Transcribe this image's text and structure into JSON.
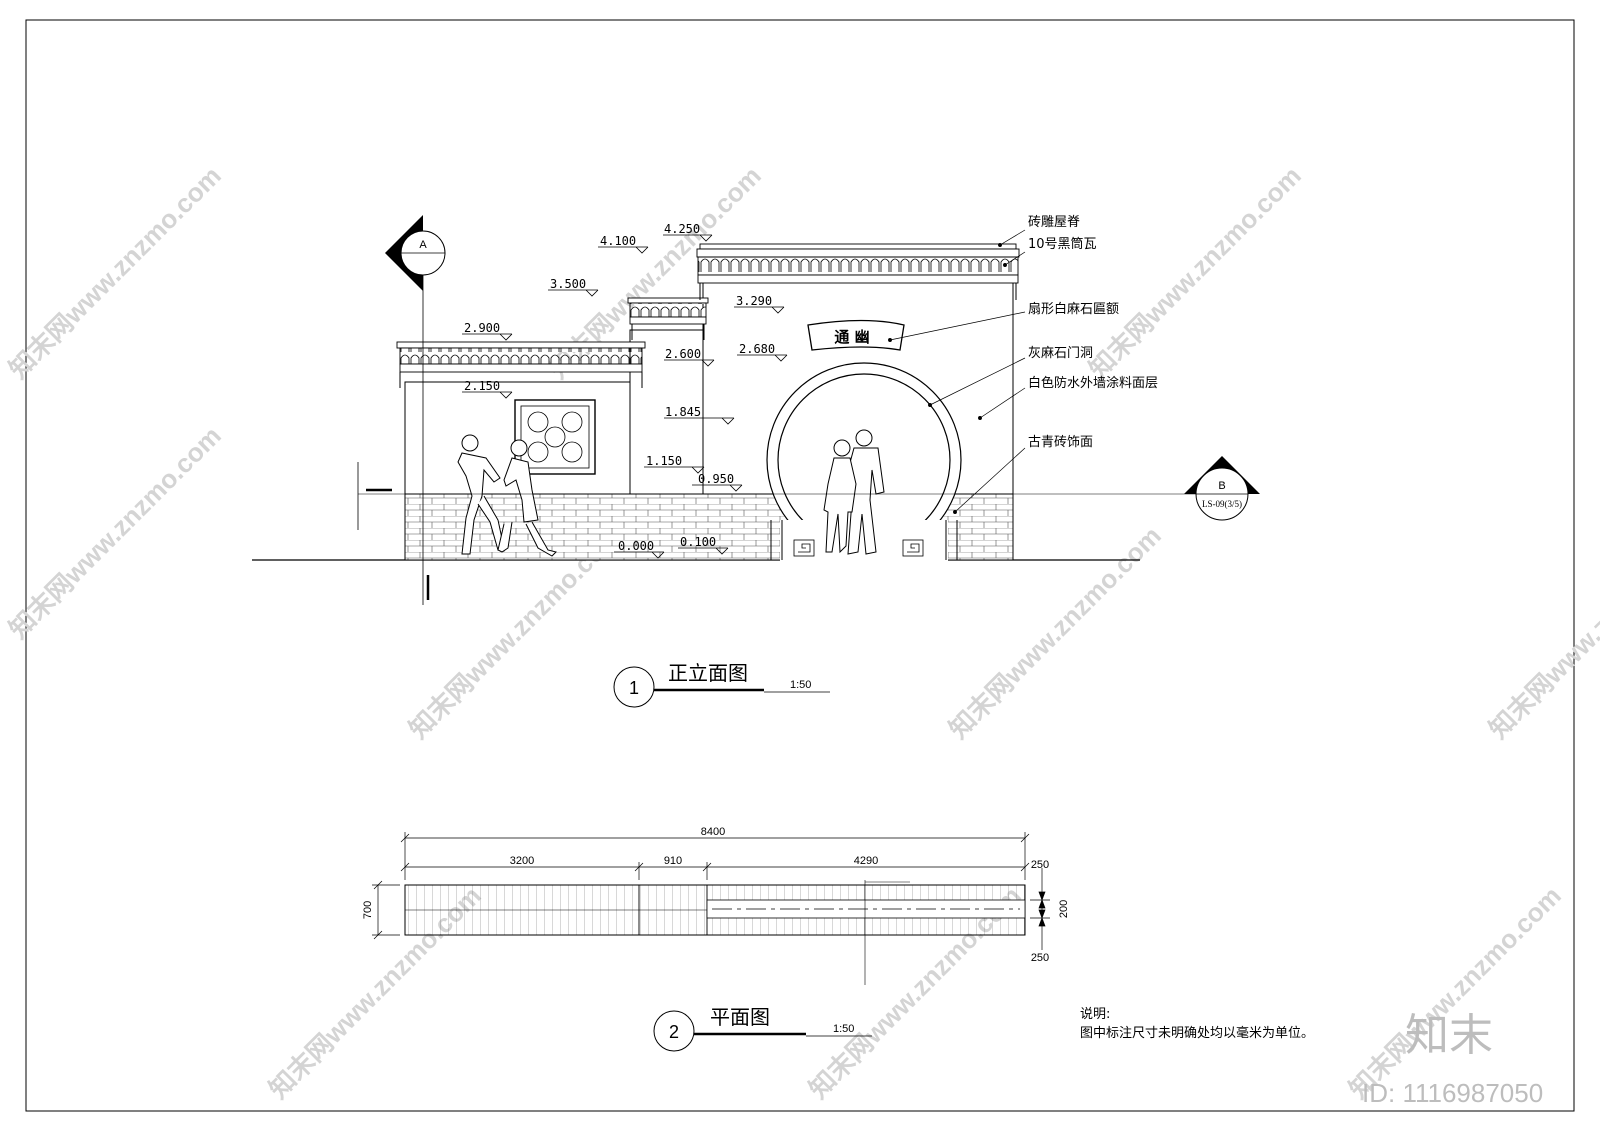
{
  "front_elevation": {
    "number": "1",
    "title": "正立面图",
    "scale": "1:50",
    "section_a": "A",
    "section_b": "B",
    "section_ref": "LS-09(3/5)",
    "plaque_text": "通 幽",
    "levels": {
      "l4250": "4.250",
      "l4100": "4.100",
      "l3500": "3.500",
      "l3290": "3.290",
      "l2900": "2.900",
      "l2680": "2.680",
      "l2600": "2.600",
      "l2150": "2.150",
      "l1845": "1.845",
      "l1150": "1.150",
      "l0950": "0.950",
      "l0100": "0.100",
      "l0000": "0.000"
    },
    "labels": {
      "ridge": "砖雕屋脊",
      "tile": "10号黑筒瓦",
      "plaque": "扇形白麻石匾额",
      "door": "灰麻石门洞",
      "paint": "白色防水外墙涂料面层",
      "brick": "古青砖饰面"
    }
  },
  "plan": {
    "number": "2",
    "title": "平面图",
    "scale": "1:50",
    "dims": {
      "total": "8400",
      "d1": "3200",
      "d2": "910",
      "d3": "4290",
      "depth": "700",
      "r1": "250",
      "r2": "200",
      "r3": "250"
    }
  },
  "notes": {
    "heading": "说明:",
    "body": "图中标注尺寸未明确处均以毫米为单位。"
  },
  "brand": {
    "logo": "知末",
    "id": "ID: 1116987050",
    "watermark": "知末网www.znzmo.com"
  }
}
